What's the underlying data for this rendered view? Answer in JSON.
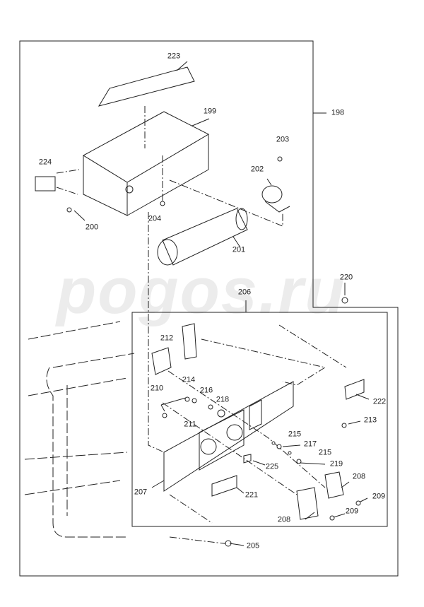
{
  "watermark": "pogos.ru",
  "callouts": [
    {
      "id": "223",
      "text": "223"
    },
    {
      "id": "199",
      "text": "199"
    },
    {
      "id": "198",
      "text": "198"
    },
    {
      "id": "203",
      "text": "203"
    },
    {
      "id": "224",
      "text": "224"
    },
    {
      "id": "202",
      "text": "202"
    },
    {
      "id": "200",
      "text": "200"
    },
    {
      "id": "204",
      "text": "204"
    },
    {
      "id": "201",
      "text": "201"
    },
    {
      "id": "220",
      "text": "220"
    },
    {
      "id": "206",
      "text": "206"
    },
    {
      "id": "212",
      "text": "212"
    },
    {
      "id": "222",
      "text": "222"
    },
    {
      "id": "210",
      "text": "210"
    },
    {
      "id": "214",
      "text": "214"
    },
    {
      "id": "216",
      "text": "216"
    },
    {
      "id": "218",
      "text": "218"
    },
    {
      "id": "213",
      "text": "213"
    },
    {
      "id": "211",
      "text": "211"
    },
    {
      "id": "215a",
      "text": "215"
    },
    {
      "id": "217",
      "text": "217"
    },
    {
      "id": "215b",
      "text": "215"
    },
    {
      "id": "219",
      "text": "219"
    },
    {
      "id": "225",
      "text": "225"
    },
    {
      "id": "207",
      "text": "207"
    },
    {
      "id": "221",
      "text": "221"
    },
    {
      "id": "208a",
      "text": "208"
    },
    {
      "id": "209a",
      "text": "209"
    },
    {
      "id": "209b",
      "text": "209"
    },
    {
      "id": "208b",
      "text": "208"
    },
    {
      "id": "205",
      "text": "205"
    }
  ]
}
